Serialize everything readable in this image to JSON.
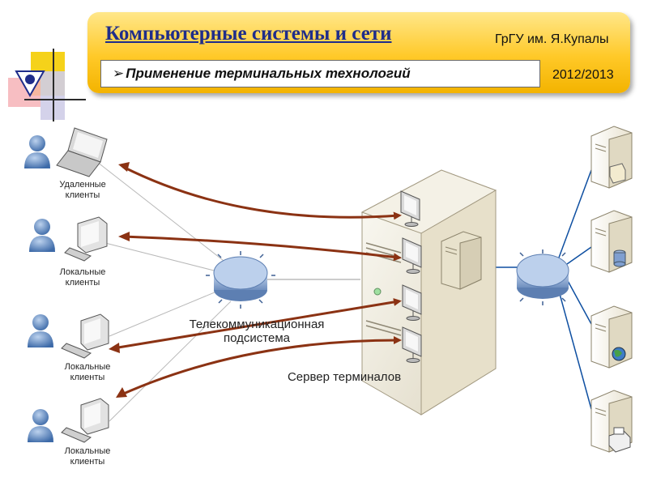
{
  "header": {
    "title": "Компьютерные системы и сети",
    "organization": "ГрГУ им. Я.Купалы",
    "year": "2012/2013",
    "subtitle_bullet": "➢",
    "subtitle": "Применение терминальных технологий"
  },
  "clients": {
    "remote_label": "Удаленные клиенты",
    "local_label_1": "Локальные клиенты",
    "local_label_2": "Локальные клиенты",
    "local_label_3": "Локальные клиенты"
  },
  "network": {
    "telecom_label": "Телекоммуникационная подсистема",
    "server_label": "Сервер терминалов"
  },
  "colors": {
    "arrow": "#8b3213",
    "hub": "#8aa7cf",
    "brand_blue": "#1f2d8a",
    "header_gold": "#ffc928"
  },
  "icons": [
    "logo-icon",
    "user-icon",
    "laptop-icon",
    "desktop-computer-icon",
    "hub-icon",
    "terminal-server-icon",
    "monitor-icon",
    "file-server-icon",
    "database-server-icon",
    "web-server-icon",
    "print-server-icon"
  ]
}
